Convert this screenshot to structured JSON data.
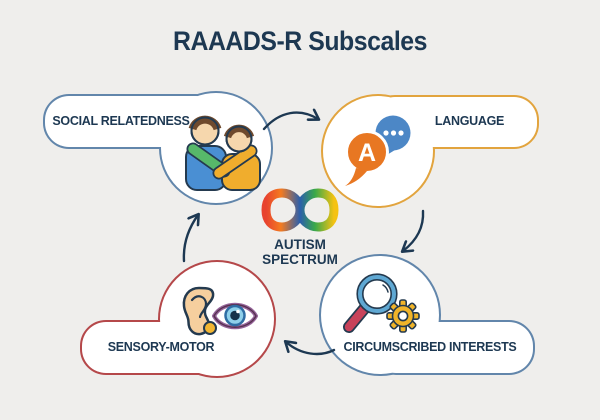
{
  "title": "RAAADS-R Subscales",
  "center": {
    "symbol": "rainbow-infinity-icon",
    "label_line1": "AUTISM",
    "label_line2": "SPECTRUM"
  },
  "nodes": {
    "social": {
      "label": "SOCIAL RELATEDNESS",
      "border_color": "#6286ab",
      "icon": "two-friends-icon"
    },
    "language": {
      "label": "LANGUAGE",
      "border_color": "#e2a43e",
      "icon": "speech-bubbles-icon",
      "icon_letter": "A"
    },
    "circumscribed": {
      "label": "CIRCUMSCRIBED INTERESTS",
      "border_color": "#6286ab",
      "icon": "magnifier-gear-icon"
    },
    "sensory": {
      "label": "SENSORY-MOTOR",
      "border_color": "#b5484a",
      "icon": "ear-eye-icon"
    }
  },
  "flow_order": [
    "SOCIAL RELATEDNESS",
    "LANGUAGE",
    "CIRCUMSCRIBED INTERESTS",
    "SENSORY-MOTOR"
  ],
  "colors": {
    "background": "#efeeec",
    "text": "#1d3852",
    "node_fill": "#ffffff",
    "blue_border": "#6286ab",
    "yellow_border": "#e2a43e",
    "red_border": "#b5484a",
    "arrow": "#1d3852",
    "infinity_palette": [
      "#e8432f",
      "#f47b20",
      "#2b5fac",
      "#3aa94a",
      "#f5c212"
    ]
  }
}
